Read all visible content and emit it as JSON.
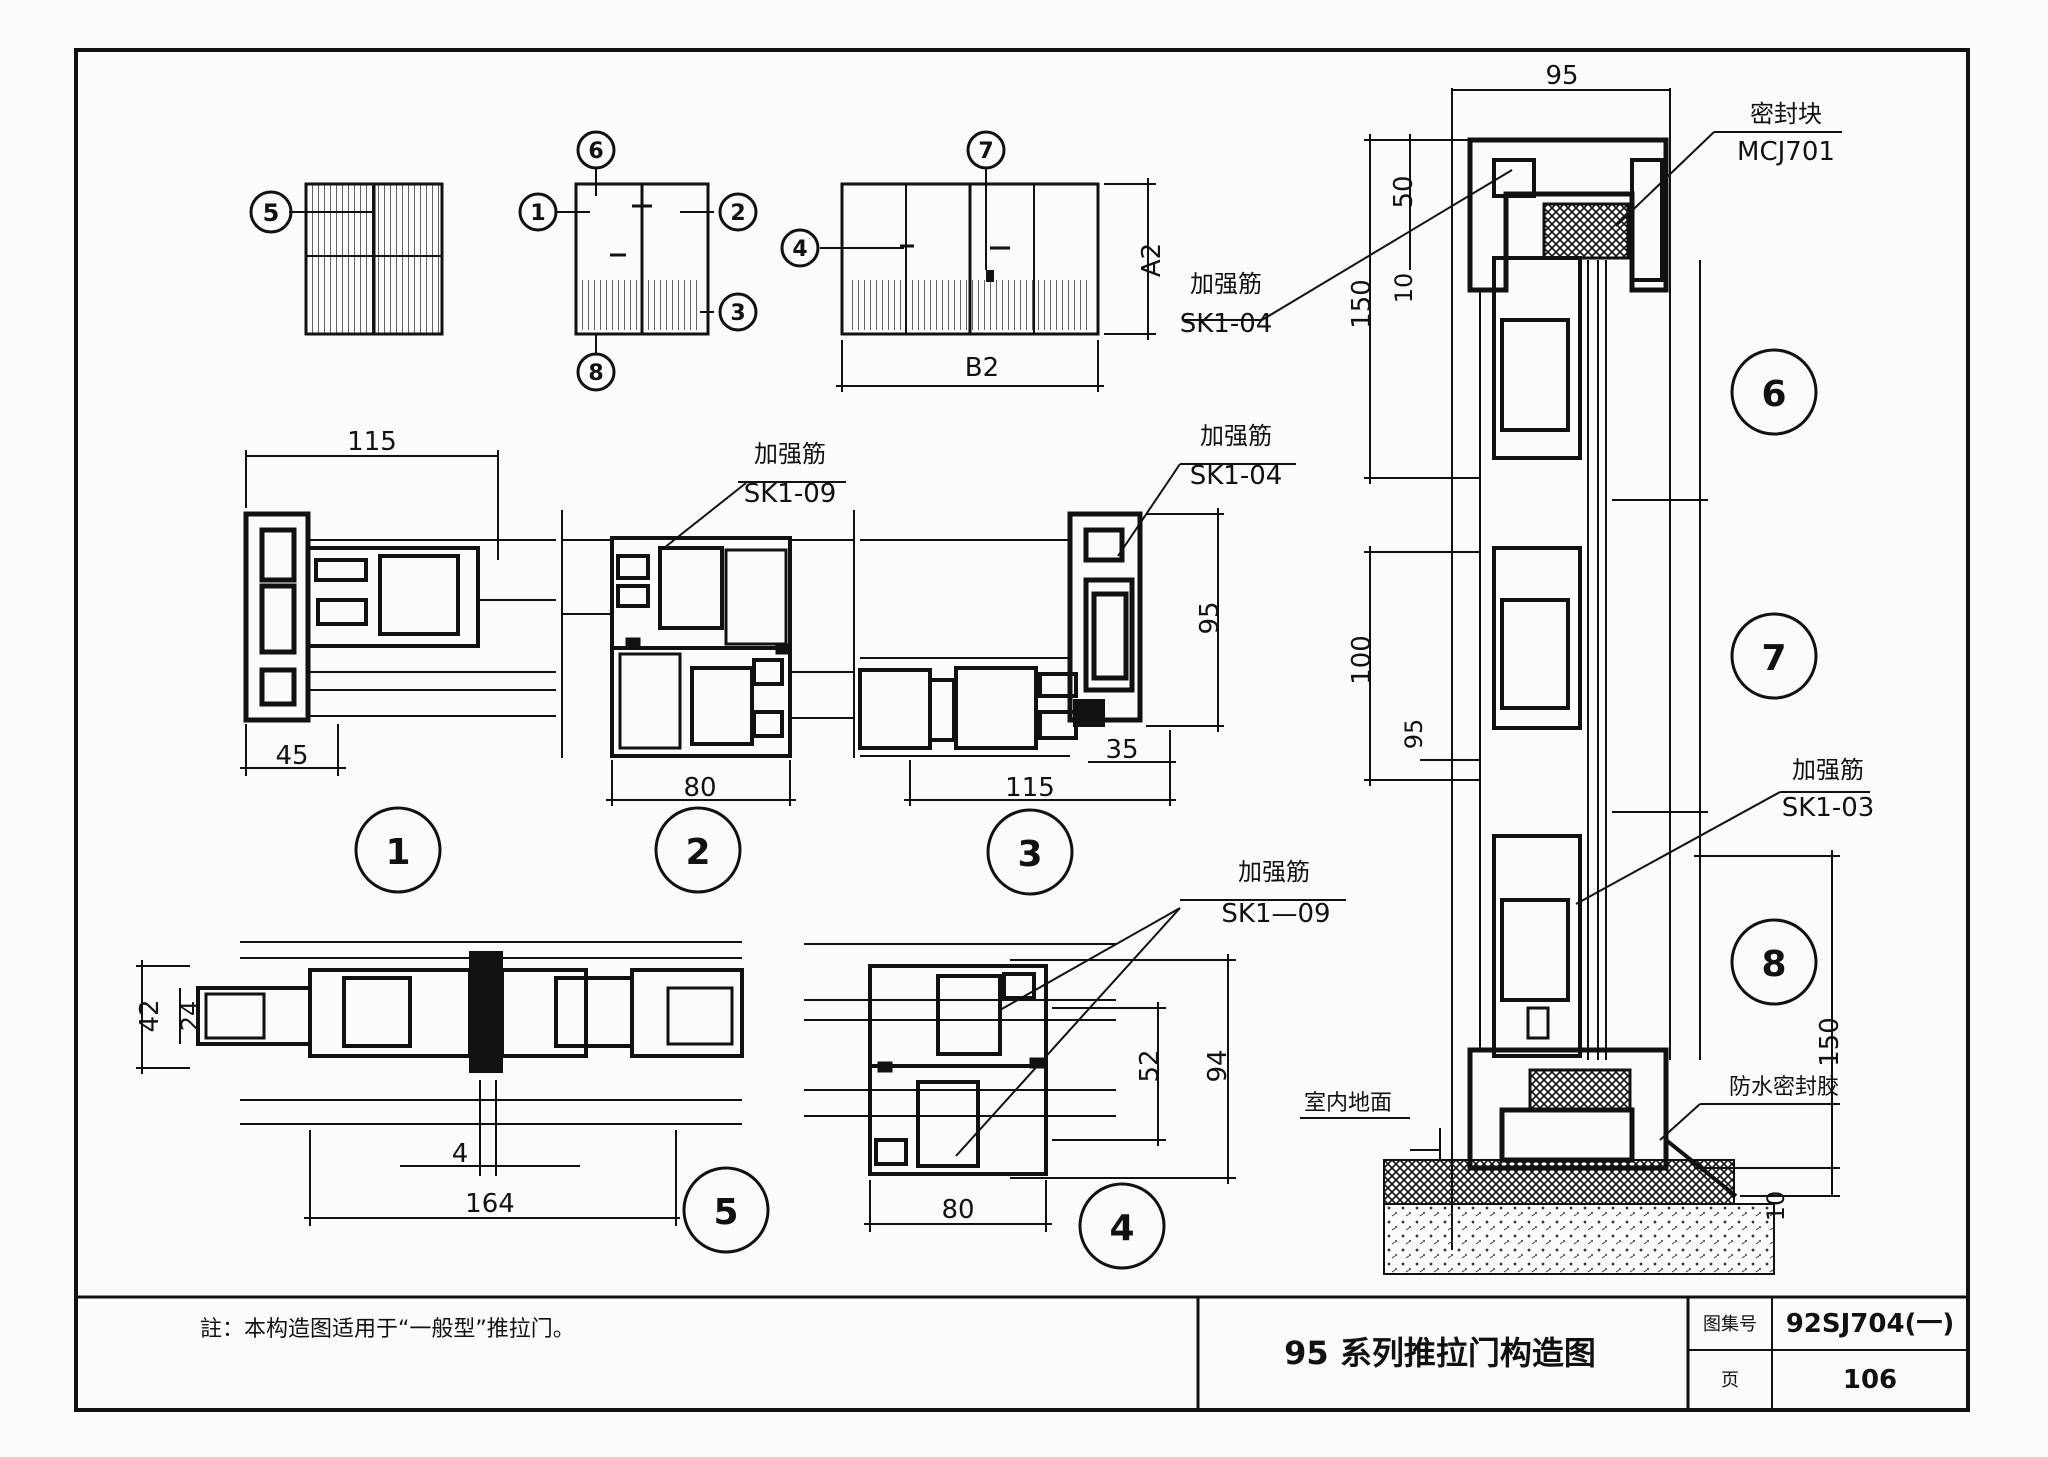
{
  "note": "註：本构造图适用于“一般型”推拉门。",
  "title": "95 系列推拉门构造图",
  "atlas_label": "图集号",
  "atlas_number": "92SJ704(一)",
  "page_label": "页",
  "page_number": "106",
  "callouts": {
    "c1": "1",
    "c2": "2",
    "c3": "3",
    "c4": "4",
    "c5": "5",
    "c6": "6",
    "c7": "7",
    "c8": "8"
  },
  "elevation_labels": {
    "a2": "A2",
    "b2": "B2"
  },
  "dims": {
    "d115_top": "115",
    "d45": "45",
    "d80_s2": "80",
    "d115_s3": "115",
    "d35": "35",
    "d95_s3": "95",
    "d95_top": "95",
    "d50": "50",
    "d10": "10",
    "d150_top": "150",
    "d100": "100",
    "d95_mid": "95",
    "d150_bot": "150",
    "d10_bot": "10",
    "d42": "42",
    "d24": "24",
    "d4": "4",
    "d164": "164",
    "d52": "52",
    "d94": "94",
    "d80_s4": "80"
  },
  "labels": {
    "rib": "加强筋",
    "sk109": "SK1-09",
    "sk104": "SK1-04",
    "sk103": "SK1-03",
    "sk109_dash": "SK1—09",
    "seal_block": "密封块",
    "mcj701": "MCJ701",
    "indoor_floor": "室内地面",
    "waterproof_sealant": "防水密封胶"
  }
}
